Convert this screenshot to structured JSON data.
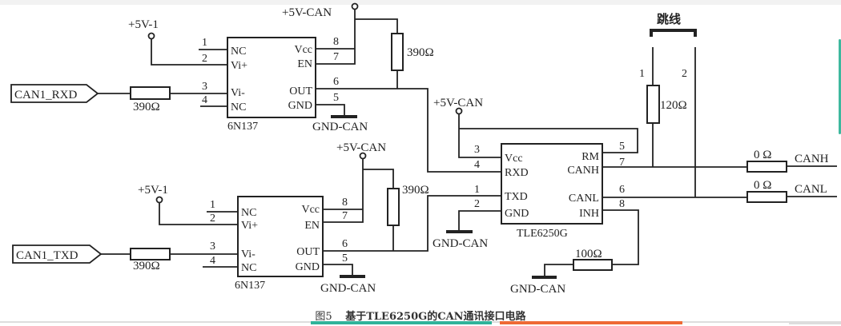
{
  "figure": {
    "caption_prefix": "图5",
    "caption_text": "基于TLE6250G的CAN通讯接口电路"
  },
  "net_labels": {
    "rxd_port": "CAN1_RXD",
    "txd_port": "CAN1_TXD",
    "vplus1_top": "+5V-1",
    "vplus1_bottom": "+5V-1",
    "vcan_top": "+5V-CAN",
    "vcan_mid": "+5V-CAN",
    "vcan_bottom": "+5V-CAN",
    "gnd_top": "GND-CAN",
    "gnd_mid": "GND-CAN",
    "gnd_bottom_opto": "GND-CAN",
    "gnd_inh": "GND-CAN",
    "canh_out": "CANH",
    "canl_out": "CANL",
    "jumper": "跳线",
    "jumper_pin1": "1",
    "jumper_pin2": "2"
  },
  "resistors": {
    "r_rxd_in": "390Ω",
    "r_rxd_pullup": "390Ω",
    "r_txd_in": "390Ω",
    "r_txd_pullup": "390Ω",
    "r_term": "120Ω",
    "r_canh": "0 Ω",
    "r_canl": "0 Ω",
    "r_inh": "100Ω"
  },
  "optocoupler_top": {
    "name": "6N137",
    "left_pins": [
      {
        "num": "1",
        "label": "NC"
      },
      {
        "num": "2",
        "label": "Vi+"
      },
      {
        "num": "3",
        "label": "Vi-"
      },
      {
        "num": "4",
        "label": "NC"
      }
    ],
    "right_pins": [
      {
        "num": "8",
        "label": "Vcc"
      },
      {
        "num": "7",
        "label": "EN"
      },
      {
        "num": "6",
        "label": "OUT"
      },
      {
        "num": "5",
        "label": "GND"
      }
    ]
  },
  "optocoupler_bottom": {
    "name": "6N137",
    "left_pins": [
      {
        "num": "1",
        "label": "NC"
      },
      {
        "num": "2",
        "label": "Vi+"
      },
      {
        "num": "3",
        "label": "Vi-"
      },
      {
        "num": "4",
        "label": "NC"
      }
    ],
    "right_pins": [
      {
        "num": "8",
        "label": "Vcc"
      },
      {
        "num": "7",
        "label": "EN"
      },
      {
        "num": "6",
        "label": "OUT"
      },
      {
        "num": "5",
        "label": "GND"
      }
    ]
  },
  "transceiver": {
    "name": "TLE6250G",
    "left_pins": [
      {
        "num": "3",
        "label": "Vcc"
      },
      {
        "num": "4",
        "label": "RXD"
      },
      {
        "num": "1",
        "label": "TXD"
      },
      {
        "num": "2",
        "label": "GND"
      }
    ],
    "right_pins": [
      {
        "num": "5",
        "label": "RM"
      },
      {
        "num": "7",
        "label": "CANH"
      },
      {
        "num": "6",
        "label": "CANL"
      },
      {
        "num": "8",
        "label": "INH"
      }
    ]
  }
}
